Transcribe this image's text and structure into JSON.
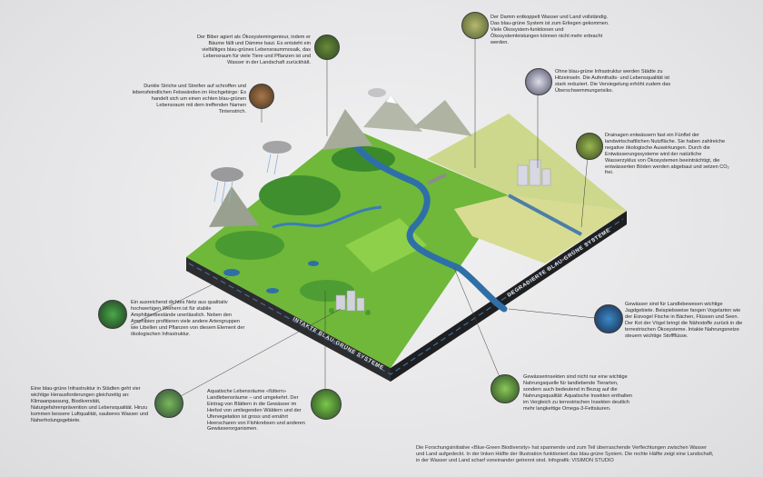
{
  "callouts": {
    "beaver": "Der Biber agiert als Ökosystemingenieur, indem er Bäume fällt und Dämme baut. Es entsteht ein vielfältiges blau-grünes Lebensraummosaik, das Lebensraum für viele Tiere und Pflanzen ist und Wasser in der Landschaft zurückhält.",
    "cliffs": "Dunkle Striche und Streifen auf schroffen und lebensfeindlichen Felswänden im Hochgebirge: Es handelt sich um einen echten blau-grünen Lebensraum mit dem treffenden Namen Tintenstrich.",
    "dam": "Der Damm entkoppelt Wasser und Land vollständig. Das blau-grüne System ist zum Erliegen gekommen. Viele Ökosystem-funktionen und Ökosystemleistungen können nicht mehr erbracht werden.",
    "city_heat": "Ohne blau-grüne Infrastruktur werden Städte zu Hitzeinseln. Die Aufenthalts- und Lebensqualität ist stark reduziert. Die Versiegelung erhöht zudem das Überschwemmungsrisiko.",
    "drainage": "Drainagen entwässern fast ein Fünftel der landwirtschaftlichen Nutzfläche. Sie haben zahlreiche negative ökologische Auswirkungen. Durch die Entwässerungssysteme wird der natürliche Wasserzyklus von Ökosystemen beeinträchtigt, die entwässerten Böden werden abgebaut und setzen CO₂ frei.",
    "ponds": "Ein ausreichend dichtes Netz aus qualitativ hochwertigen Weihern ist für stabile Amphibienbestände unerlässlich. Neben den Amphibien profitieren viele andere Artengruppen wie Libellen und Pflanzen von diesem Element der ökologischen Infrastruktur.",
    "city_green": "Eine blau-grüne Infrastruktur in Städten geht vier wichtige Herausforderungen gleichzeitig an: Klimaanpassung, Biodiversität, Naturgefahrenprävention und Lebensqualität. Hinzu kommen bessere Luftqualität, sauberes Wasser und Naherholungsgebiete.",
    "aquatic": "Aquatische Lebensräume «füttern» Landlebensräume – und umgekehrt. Der Eintrag von Blättern in die Gewässer im Herbst von umliegenden Wäldern und der Ufervegetation ist gross und ernährt Heerscharen von Flohkrebsen und anderen Gewässerorganismen.",
    "kingfisher": "Gewässer sind für Landlebewesen wichtige Jagdgebiete. Beispielsweise fangen Vogelarten wie der Eisvogel Fische in Bächen, Flüssen und Seen. Der Kot der Vögel bringt die Nährstoffe zurück in die terrestrischen Ökosysteme. Intakte Nahrungsnetze steuern wichtige Stoffflüsse.",
    "insects": "Gewässerinsekten sind nicht nur eine wichtige Nahrungsquelle für landlebende Tierarten, sondern auch bedeutend in Bezug auf die Nahrungsqualität: Aquatische Insekten enthalten im Vergleich zu terrestrischen Insekten deutlich mehr langkettige Omega-3-Fettsäuren."
  },
  "edge_labels": {
    "intact": "INTAKTE BLAU-GRÜNE SYSTEME",
    "degraded": "DEGRADIERTE BLAU-GRÜNE SYSTEME"
  },
  "footer": "Die Forschungsinitiative «Blue-Green Biodiversity» hat spannende und zum Teil überraschende Verflechtungen zwischen Wasser und Land aufgedeckt. In der linken Hälfte der Illustration funktioniert das blau-grüne System. Die rechte Hälfte zeigt eine Landschaft, in der Wasser und Land scharf voneinander getrennt sind. Infografik: VISIMON STUDIO",
  "colors": {
    "grass_bright": "#7fc43a",
    "grass_dry": "#c9d48a",
    "water": "#2f6fa8",
    "soil": "#3a3a3c",
    "city": "#c8c8d2"
  }
}
